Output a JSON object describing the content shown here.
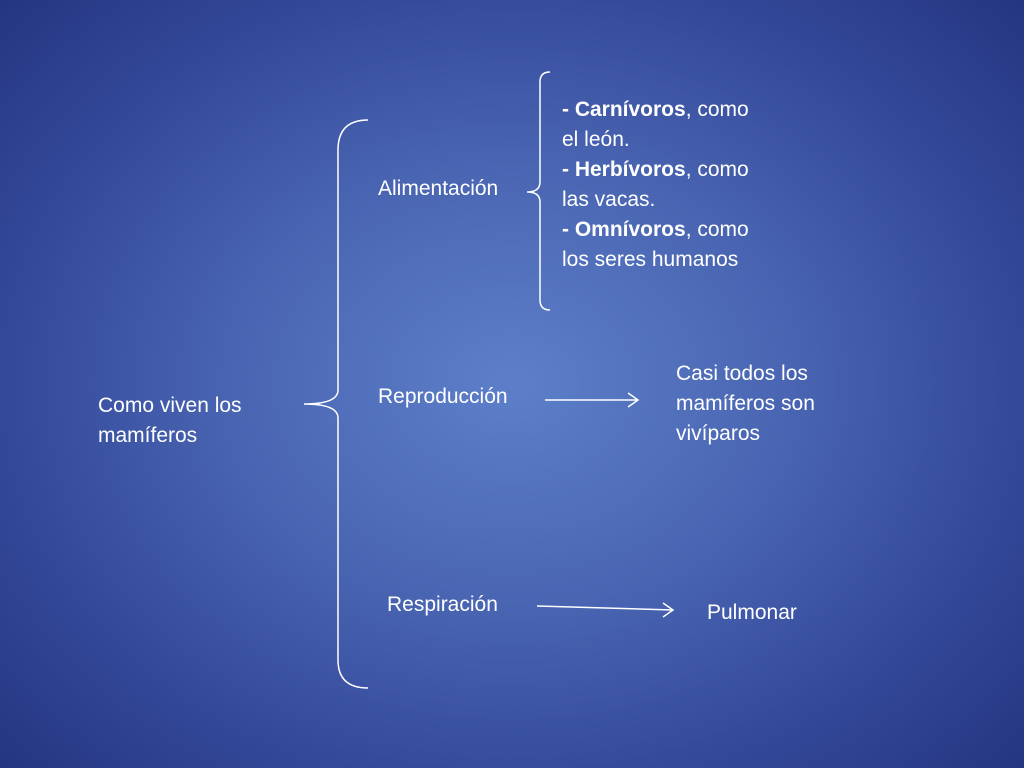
{
  "root": {
    "line1": "Como viven los",
    "line2": "mamíferos"
  },
  "branches": {
    "alimentacion": {
      "label": "Alimentación",
      "items": [
        {
          "bold": "- Carnívoros",
          "rest": ", como",
          "line2": "el león."
        },
        {
          "bold": "- Herbívoros",
          "rest": ", como",
          "line2": "las vacas."
        },
        {
          "bold": "- Omnívoros",
          "rest": ", como",
          "line2": "los seres humanos"
        }
      ]
    },
    "reproduccion": {
      "label": "Reproducción",
      "result": {
        "line1": "Casi todos los",
        "line2": "mamíferos son",
        "line3": "vivíparos"
      }
    },
    "respiracion": {
      "label": "Respiración",
      "result": "Pulmonar"
    }
  },
  "colors": {
    "text": "#ffffff",
    "background_center": "#5d7fc9",
    "background_edge": "#1f2f78"
  }
}
